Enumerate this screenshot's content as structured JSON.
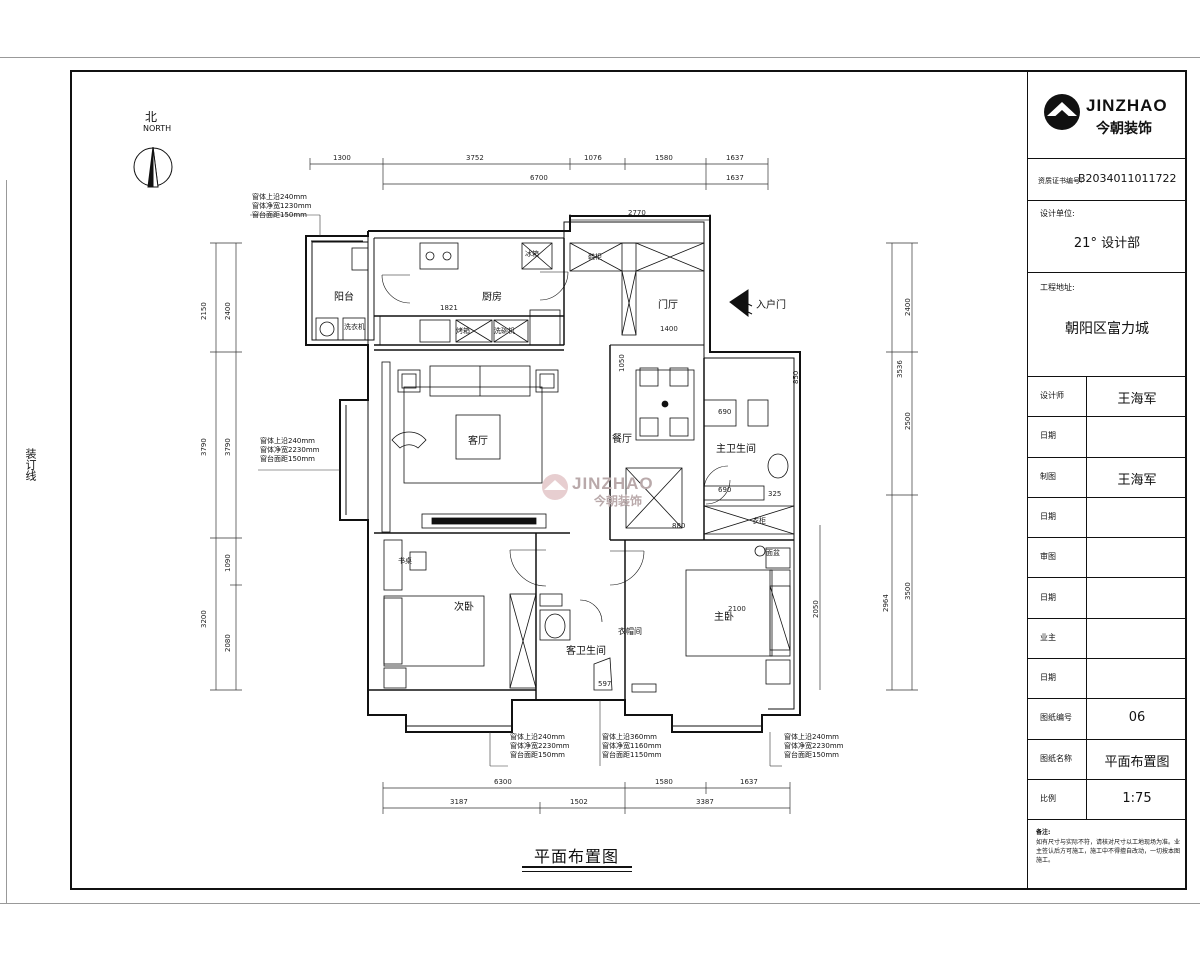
{
  "sheet": {
    "binding_line_label": "装订线",
    "north_cn": "北",
    "north_en": "NORTH",
    "plan_title": "平面布置图"
  },
  "title_block": {
    "company_en": "JINZHAO",
    "company_cn": "今朝装饰",
    "cert_label": "资质证书编号:",
    "cert_value": "B2034011011722",
    "design_unit_label": "设计单位:",
    "design_unit_value": "21° 设计部",
    "project_address_label": "工程地址:",
    "project_address_value": "朝阳区富力城",
    "rows": [
      {
        "label": "设计师",
        "value": "王海军"
      },
      {
        "label": "日期",
        "value": ""
      },
      {
        "label": "制图",
        "value": "王海军"
      },
      {
        "label": "日期",
        "value": ""
      },
      {
        "label": "审图",
        "value": ""
      },
      {
        "label": "日期",
        "value": ""
      },
      {
        "label": "业主",
        "value": ""
      },
      {
        "label": "日期",
        "value": ""
      },
      {
        "label": "图纸编号",
        "value": "06"
      },
      {
        "label": "图纸名称",
        "value": "平面布置图"
      },
      {
        "label": "比例",
        "value": "1:75"
      }
    ],
    "notes_label": "备注:",
    "notes_text": "如有尺寸与实际不符，请核对尺寸以工地现场为准。业主签认后方可施工，施工中不得擅自改动，一切按本图施工。"
  },
  "rooms": {
    "balcony": "阳台",
    "kitchen": "厨房",
    "foyer": "门厅",
    "entry_door": "入户门",
    "dining": "餐厅",
    "living": "客厅",
    "master_bath": "主卫生间",
    "bedroom_2": "次卧",
    "guest_bath": "客卫生间",
    "master_bedroom": "主卧",
    "dressing": "衣帽间"
  },
  "fixtures": {
    "fridge": "冰箱",
    "oven": "烤箱",
    "dishwasher": "洗碗机",
    "shoe_cabinet": "鞋柜",
    "wardrobe": "衣柜",
    "washer": "洗衣机",
    "desk": "书桌",
    "basin": "面盆"
  },
  "dimensions": {
    "top_row1": [
      "1300",
      "3752",
      "1076",
      "1580",
      "1637"
    ],
    "top_row2": [
      "6700",
      "1637"
    ],
    "kitchen_top": "2770",
    "kitchen_inner": "1821",
    "foyer": "1400",
    "dining": "1050",
    "mb_w1": "690",
    "mb_w2": "690",
    "mb_d": "325",
    "mb_d2": "850",
    "corridor": "880",
    "master_bed": "2100",
    "guest_wc": "597",
    "left_dims": [
      "2150",
      "2400",
      "3790",
      "3790",
      "1090",
      "3200",
      "2080"
    ],
    "right_dims": [
      "3536",
      "2400",
      "2500",
      "2964",
      "3500",
      "2050"
    ],
    "bottom_row1": [
      "6300",
      "1580",
      "1637"
    ],
    "bottom_row2": [
      "3187",
      "1502",
      "3387"
    ]
  },
  "window_notes": {
    "balcony_top": [
      "窗体上沿240mm",
      "窗体净宽1230mm",
      "窗台面距150mm"
    ],
    "living_left": [
      "窗体上沿240mm",
      "窗体净宽2230mm",
      "窗台面距150mm"
    ],
    "bedroom_bottom": [
      "窗体上沿240mm",
      "窗体净宽2230mm",
      "窗台面距150mm"
    ],
    "bath_bottom": [
      "窗体上沿360mm",
      "窗体净宽1160mm",
      "窗台面距1150mm"
    ],
    "master_bottom": [
      "窗体上沿240mm",
      "窗体净宽2230mm",
      "窗台面距150mm"
    ]
  },
  "watermark": {
    "en": "JINZHAO",
    "cn": "今朝装饰"
  }
}
